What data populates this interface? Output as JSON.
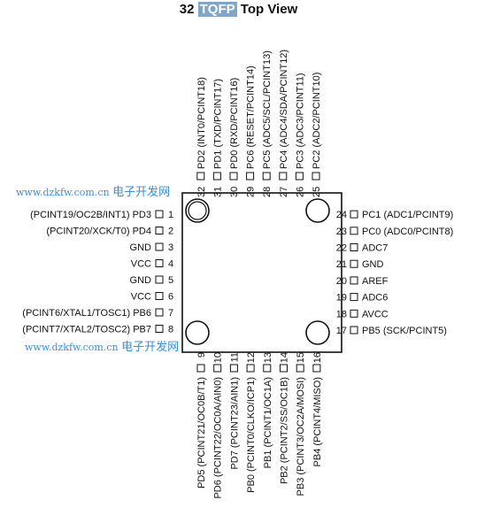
{
  "title_pre": "32 ",
  "title_highlight": "TQFP",
  "title_post": " Top View",
  "watermark": {
    "url": "www.dzkfw.com.cn",
    "cn": "电子开发网"
  },
  "pins": [
    {
      "n": "1",
      "label": "(PCINT19/OC2B/INT1) PD3",
      "side": "left"
    },
    {
      "n": "2",
      "label": "(PCINT20/XCK/T0) PD4",
      "side": "left"
    },
    {
      "n": "3",
      "label": "GND",
      "side": "left"
    },
    {
      "n": "4",
      "label": "VCC",
      "side": "left"
    },
    {
      "n": "5",
      "label": "GND",
      "side": "left"
    },
    {
      "n": "6",
      "label": "VCC",
      "side": "left"
    },
    {
      "n": "7",
      "label": "(PCINT6/XTAL1/TOSC1) PB6",
      "side": "left"
    },
    {
      "n": "8",
      "label": "(PCINT7/XTAL2/TOSC2) PB7",
      "side": "left"
    },
    {
      "n": "9",
      "label": "PD5 (PCINT21/OC0B/T1)",
      "side": "bottom"
    },
    {
      "n": "10",
      "label": "PD6 (PCINT22/OC0A/AIN0)",
      "side": "bottom"
    },
    {
      "n": "11",
      "label": "PD7 (PCINT23/AIN1)",
      "side": "bottom"
    },
    {
      "n": "12",
      "label": "PB0 (PCINT0/CLKO/ICP1)",
      "side": "bottom"
    },
    {
      "n": "13",
      "label": "PB1 (PCINT1/OC1A)",
      "side": "bottom"
    },
    {
      "n": "14",
      "label": "PB2 (PCINT2/SS/OC1B)",
      "side": "bottom"
    },
    {
      "n": "15",
      "label": "PB3 (PCINT3/OC2A/MOSI)",
      "side": "bottom"
    },
    {
      "n": "16",
      "label": "PB4 (PCINT4/MISO)",
      "side": "bottom"
    },
    {
      "n": "17",
      "label": "PB5 (SCK/PCINT5)",
      "side": "right"
    },
    {
      "n": "18",
      "label": "AVCC",
      "side": "right"
    },
    {
      "n": "19",
      "label": "ADC6",
      "side": "right"
    },
    {
      "n": "20",
      "label": "AREF",
      "side": "right"
    },
    {
      "n": "21",
      "label": "GND",
      "side": "right"
    },
    {
      "n": "22",
      "label": "ADC7",
      "side": "right"
    },
    {
      "n": "23",
      "label": "PC0 (ADC0/PCINT8)",
      "side": "right"
    },
    {
      "n": "24",
      "label": "PC1 (ADC1/PCINT9)",
      "side": "right"
    },
    {
      "n": "25",
      "label": "PC2 (ADC2/PCINT10)",
      "side": "top"
    },
    {
      "n": "26",
      "label": "PC3 (ADC3/PCINT11)",
      "side": "top"
    },
    {
      "n": "27",
      "label": "PC4 (ADC4/SDA/PCINT12)",
      "side": "top"
    },
    {
      "n": "28",
      "label": "PC5 (ADC5/SCL/PCINT13)",
      "side": "top"
    },
    {
      "n": "29",
      "label": "PC6 (RESET/PCINT14)",
      "side": "top"
    },
    {
      "n": "30",
      "label": "PD0 (RXD/PCINT16)",
      "side": "top"
    },
    {
      "n": "31",
      "label": "PD1 (TXD/PCINT17)",
      "side": "top"
    },
    {
      "n": "32",
      "label": "PD2 (INT0/PCINT18)",
      "side": "top"
    }
  ]
}
